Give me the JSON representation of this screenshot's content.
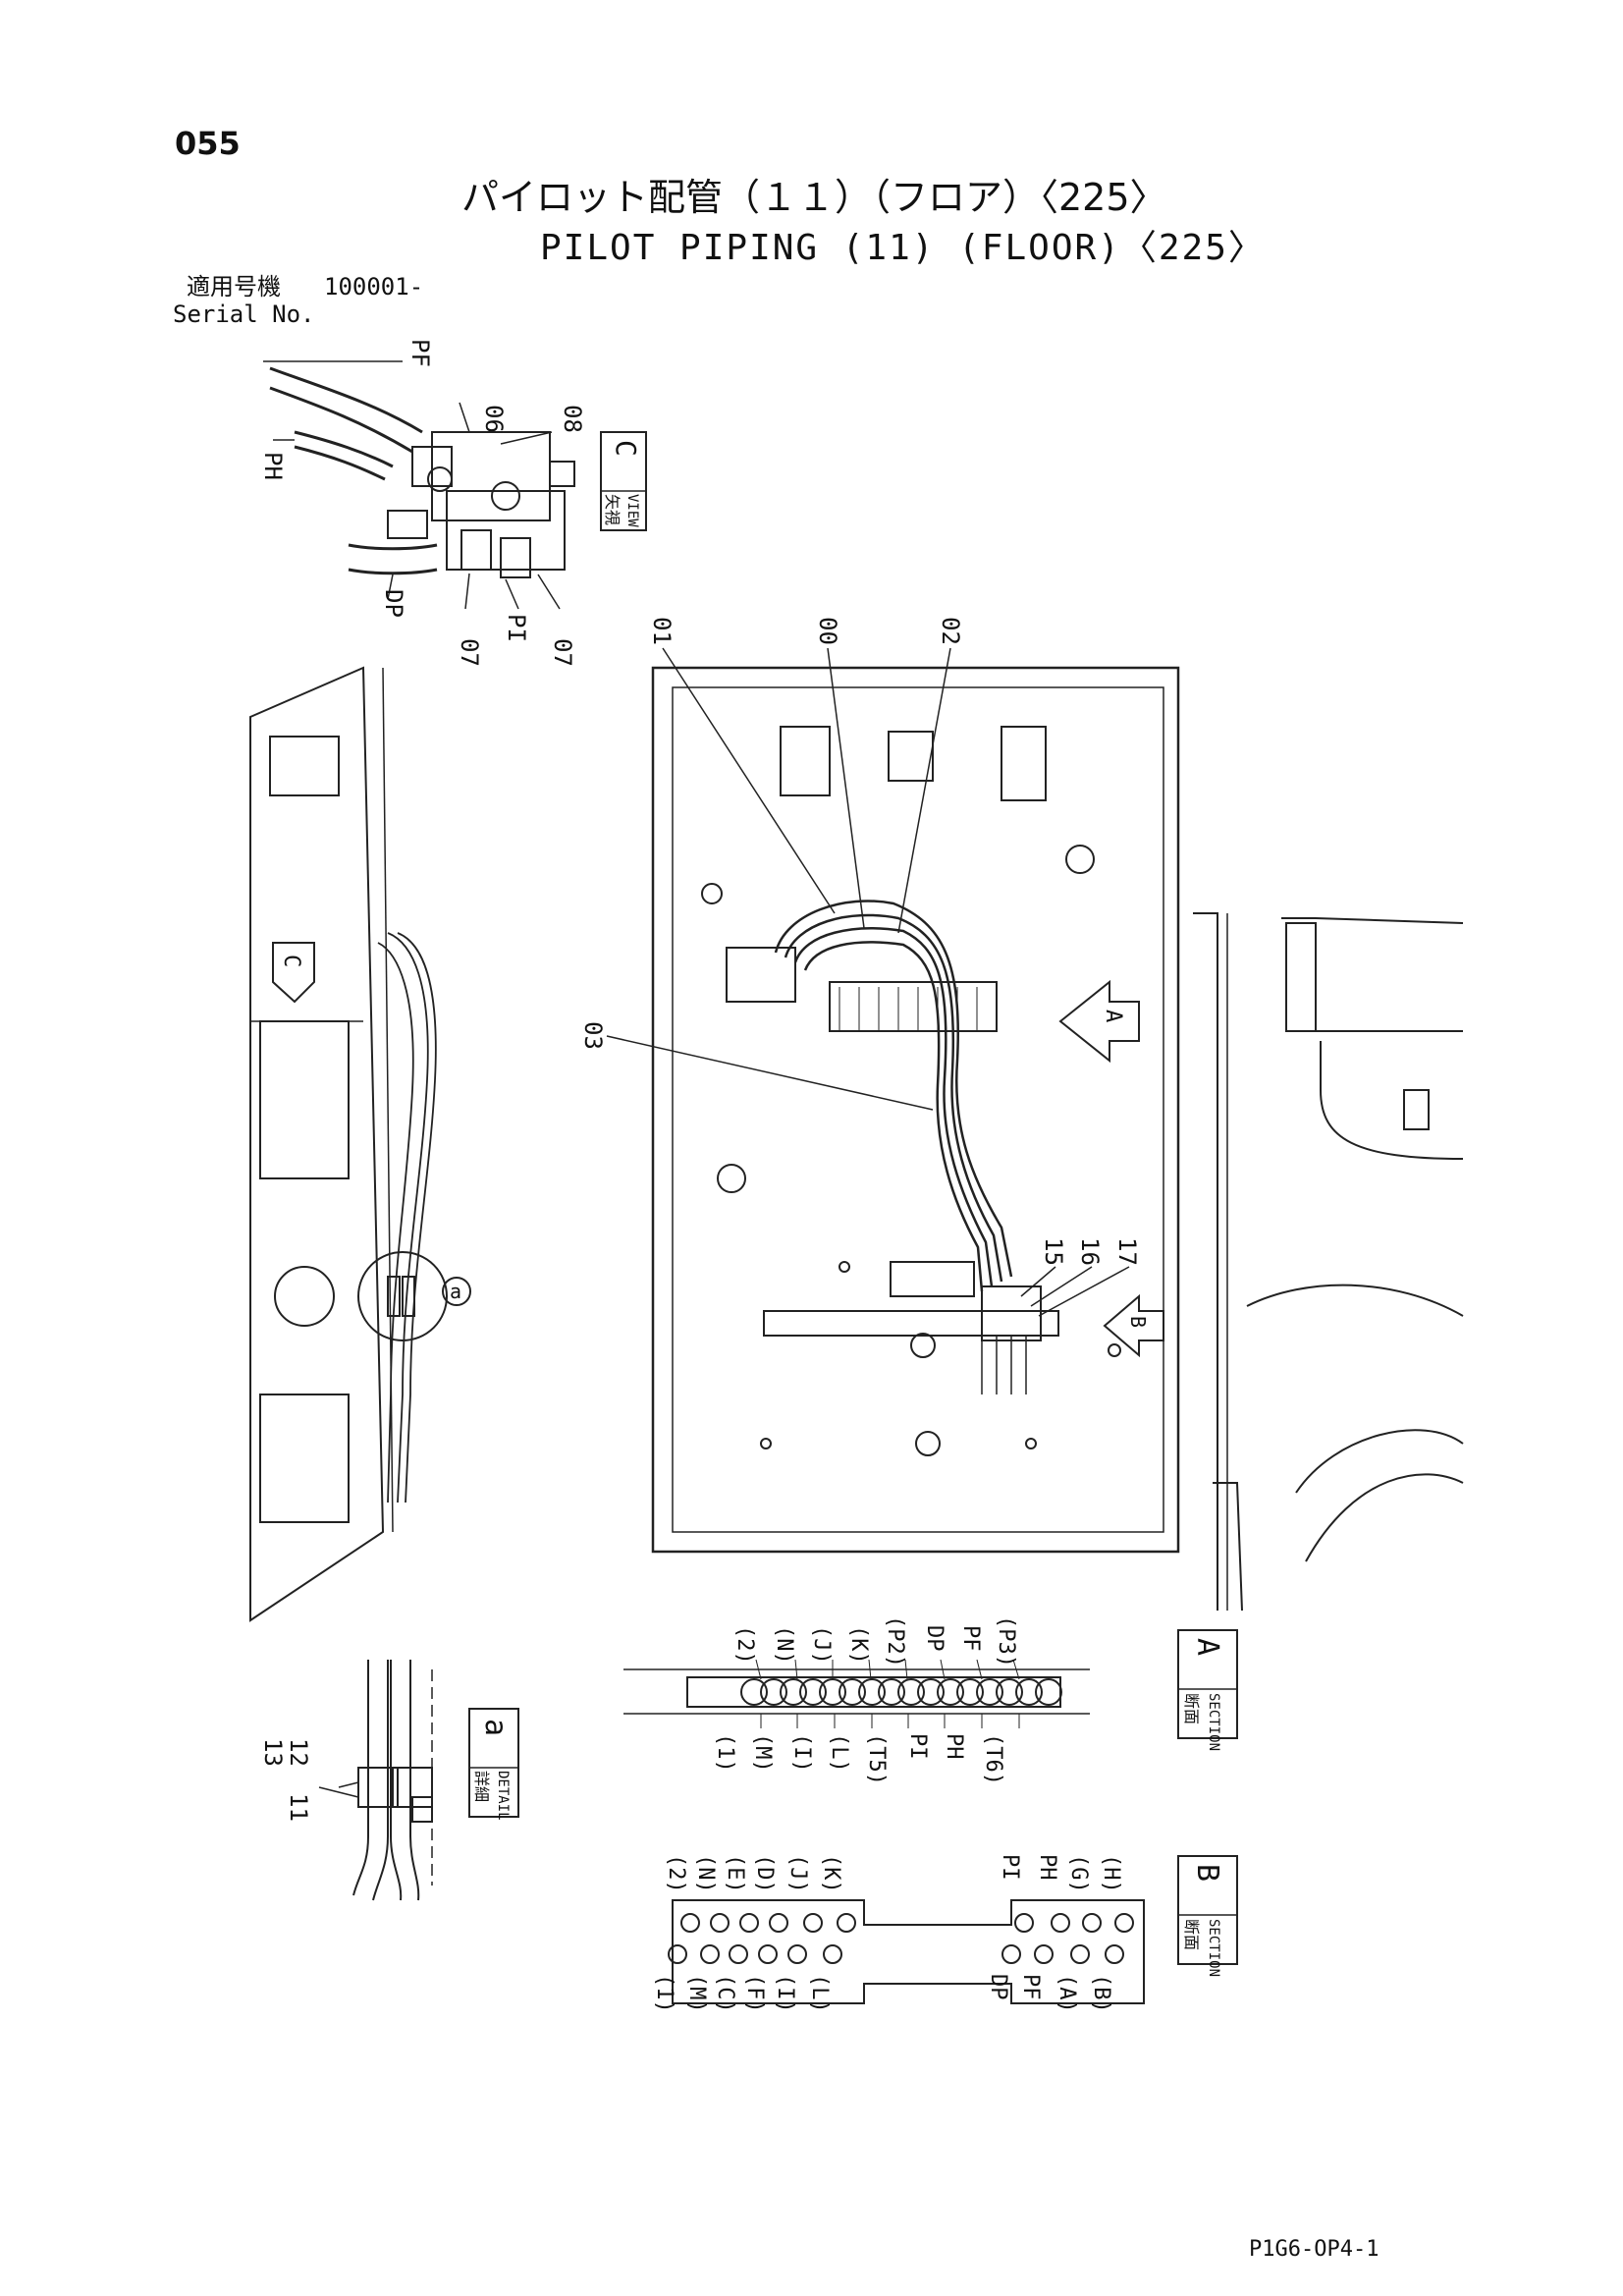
{
  "page_number": "055",
  "title_jp": "パイロット配管（１１）（フロア）〈225〉",
  "title_en": "PILOT PIPING (11) (FLOOR)〈225〉",
  "serial": {
    "label_jp": "適用号機",
    "value": "100001-",
    "label_en": "Serial No."
  },
  "part_numbers": {
    "p00": "00",
    "p01": "01",
    "p02": "02",
    "p03": "03",
    "p06": "06",
    "p07": "07",
    "p08": "08",
    "p11": "11",
    "p12": "12",
    "p13": "13",
    "p15": "15",
    "p16": "16",
    "p17": "17"
  },
  "port_labels": {
    "pf": "PF",
    "ph": "PH",
    "dp": "DP",
    "pi": "PI"
  },
  "view_boxes": {
    "view_c": {
      "jp": "矢視",
      "en": "VIEW",
      "letter": "C"
    },
    "section_a": {
      "jp": "断面",
      "en": "SECTION",
      "letter": "A"
    },
    "section_b": {
      "jp": "断面",
      "en": "SECTION",
      "letter": "B"
    },
    "detail_a": {
      "jp": "詳細",
      "en": "DETAIL",
      "letter": "a"
    }
  },
  "arrows": {
    "a": "A",
    "b": "B",
    "c": "C",
    "detail": "a"
  },
  "section_a": {
    "top": [
      "(2)",
      "(N)",
      "(J)",
      "(K)",
      "(P2)",
      "DP",
      "PF",
      "(P3)"
    ],
    "bottom": [
      "(1)",
      "(M)",
      "(I)",
      "(L)",
      "(T5)",
      "PI",
      "PH",
      "(T6)"
    ]
  },
  "section_b": {
    "left_top": [
      "(2)",
      "(N)",
      "(E)",
      "(D)",
      "(J)",
      "(K)"
    ],
    "left_bottom": [
      "(1)",
      "(M)",
      "(C)",
      "(F)",
      "(I)",
      "(L)"
    ],
    "right_top": [
      "PI",
      "PH",
      "(G)",
      "(H)"
    ],
    "right_bottom": [
      "DP",
      "PF",
      "(A)",
      "(B)"
    ]
  },
  "doc_ref": "P1G6-OP4-1"
}
